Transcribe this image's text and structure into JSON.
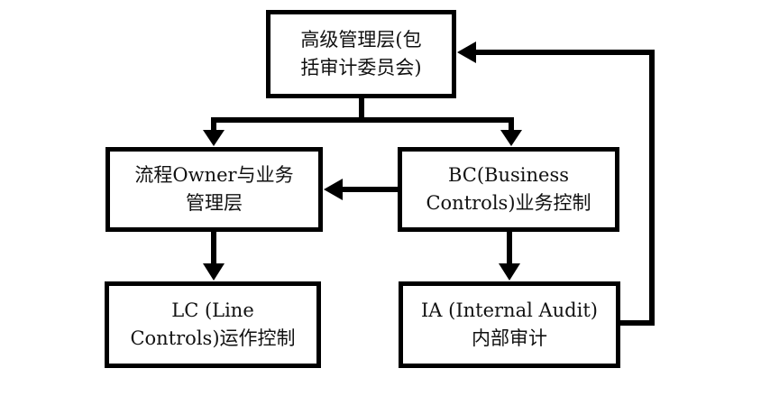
{
  "nodes": {
    "top": {
      "line1": "高级管理层(包",
      "line2": "括审计委员会)"
    },
    "process_owner": {
      "line1": "流程Owner与业务",
      "line2": "管理层"
    },
    "business_controls": {
      "line1": "BC(Business",
      "line2": "Controls)业务控制"
    },
    "line_controls": {
      "line1": "LC (Line",
      "line2": "Controls)运作控制"
    },
    "internal_audit": {
      "line1": "IA (Internal Audit)",
      "line2": "内部审计"
    }
  },
  "colors": {
    "line": "#000000",
    "box_fill": "#ffffff",
    "text": "#111111"
  }
}
